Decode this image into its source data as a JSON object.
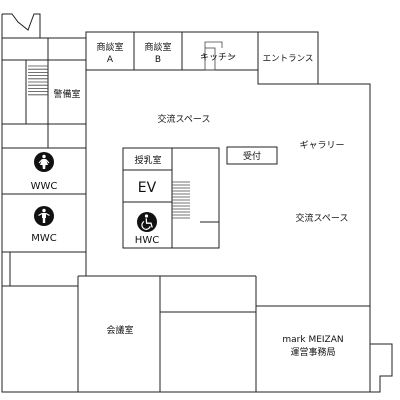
{
  "rooms": {
    "consult_a": {
      "line1": "商談室",
      "line2": "A"
    },
    "consult_b": {
      "line1": "商談室",
      "line2": "B"
    },
    "kitchen": "キッチン",
    "entrance": "エントランス",
    "security": "警備室",
    "exchange_top": "交流スペース",
    "gallery": "ギャラリー",
    "reception": "受付",
    "nursing": "授乳室",
    "elevator": "EV",
    "hwc": "HWC",
    "wwc": "WWC",
    "mwc": "MWC",
    "exchange_right": "交流スペース",
    "meeting": "会議室",
    "office": {
      "line1": "mark MEIZAN",
      "line2": "運営事務局"
    }
  },
  "icons": {
    "women_toilet": "womens-toilet-icon",
    "men_toilet": "mens-toilet-icon",
    "wheelchair": "wheelchair-icon"
  },
  "colors": {
    "line": "#222222",
    "text": "#111111",
    "background": "#ffffff"
  }
}
